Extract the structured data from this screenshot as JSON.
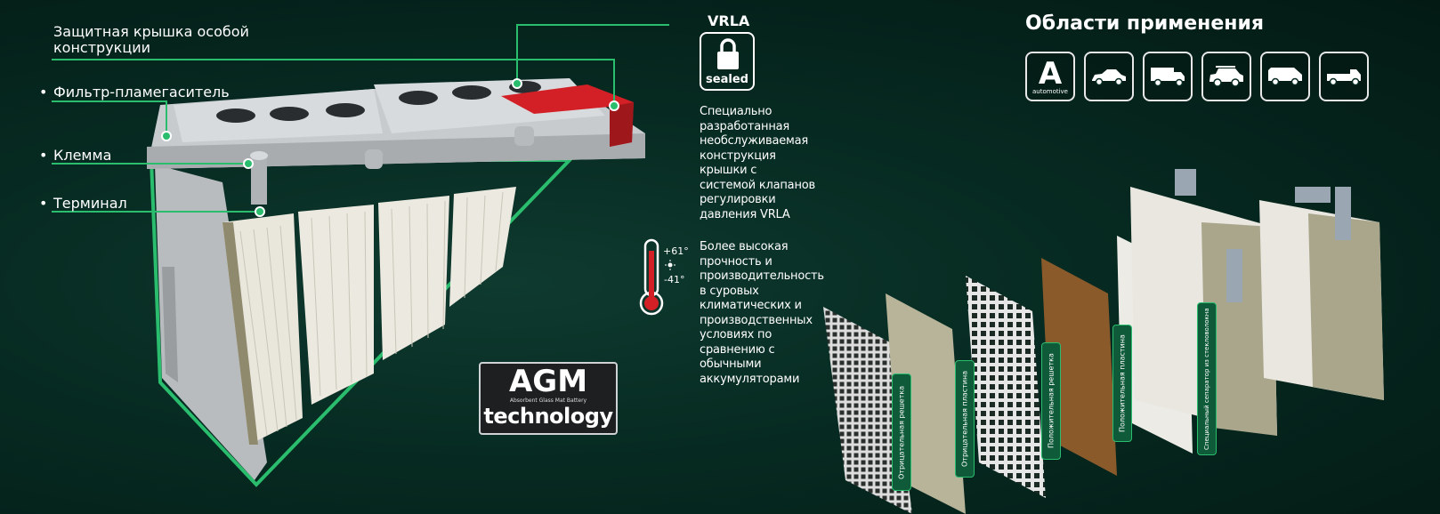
{
  "callouts": {
    "lid": "Защитная крышка особой конструкции",
    "filter": "Фильтр-пламегаситель",
    "clamp": "Клемма",
    "terminal": "Терминал"
  },
  "vrla": {
    "title": "VRLA",
    "badge": "sealed",
    "description": "Специально разработанная необслуживаемая конструкция крышки с системой клапанов регулировки давления VRLA"
  },
  "temperature": {
    "high": "+61°",
    "low": "-41°",
    "description": "Более высокая прочность и производительность в суровых климатических и производственных условиях по сравнению с обычными аккумуляторами"
  },
  "agm": {
    "big": "AGM",
    "small": "Absorbent Glass Mat Battery",
    "tech": "technology"
  },
  "applications": {
    "title": "Области применения",
    "icons": [
      {
        "icon": "automotive-icon",
        "letter": "A",
        "caption": "automotive"
      },
      {
        "icon": "sedan-icon"
      },
      {
        "icon": "truck-icon"
      },
      {
        "icon": "suv-icon"
      },
      {
        "icon": "van-icon"
      },
      {
        "icon": "pickup-icon"
      }
    ]
  },
  "plates": [
    "Отрицательная решетка",
    "Отрицательная пластина",
    "Положительная решетка",
    "Положительная пластина",
    "Специальный сепаратор из стекловолокна"
  ],
  "colors": {
    "accent": "#2bbd6e",
    "lid_red": "#d32026",
    "background": "#062a21"
  }
}
